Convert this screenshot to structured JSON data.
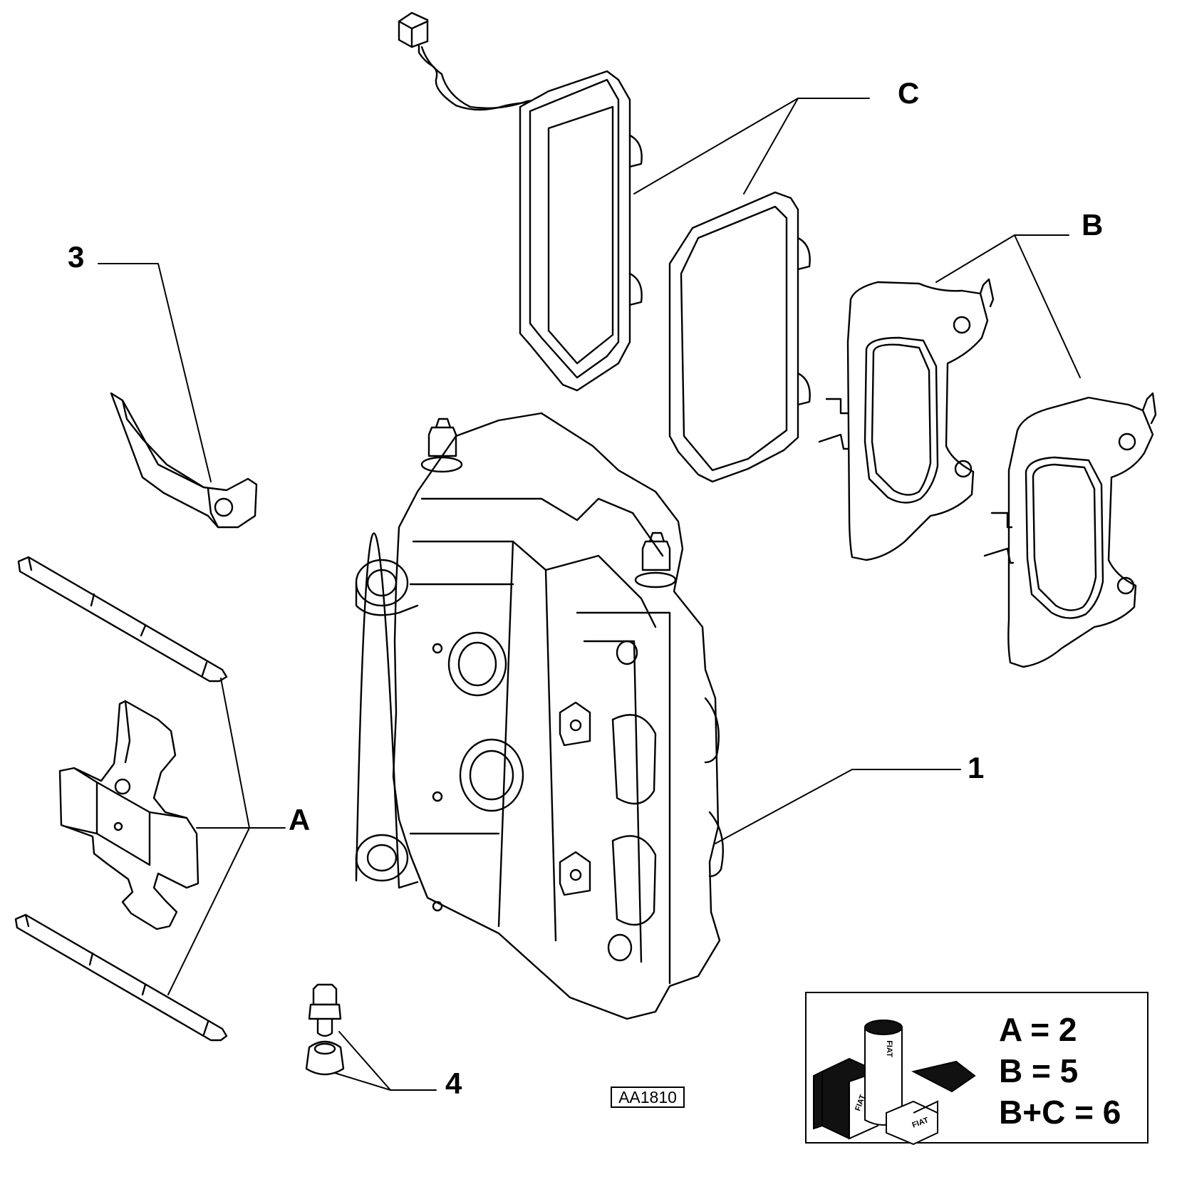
{
  "callouts": {
    "part_1": "1",
    "part_3": "3",
    "part_4": "4",
    "kit_a": "A",
    "kit_b": "B",
    "kit_c": "C"
  },
  "kit_box": {
    "lines": [
      "A = 2",
      "B = 5",
      "B+C = 6"
    ],
    "logo_text": "FIAT"
  },
  "drawing_ref": "AA1810",
  "colors": {
    "ink": "#000000",
    "paper": "#ffffff"
  }
}
